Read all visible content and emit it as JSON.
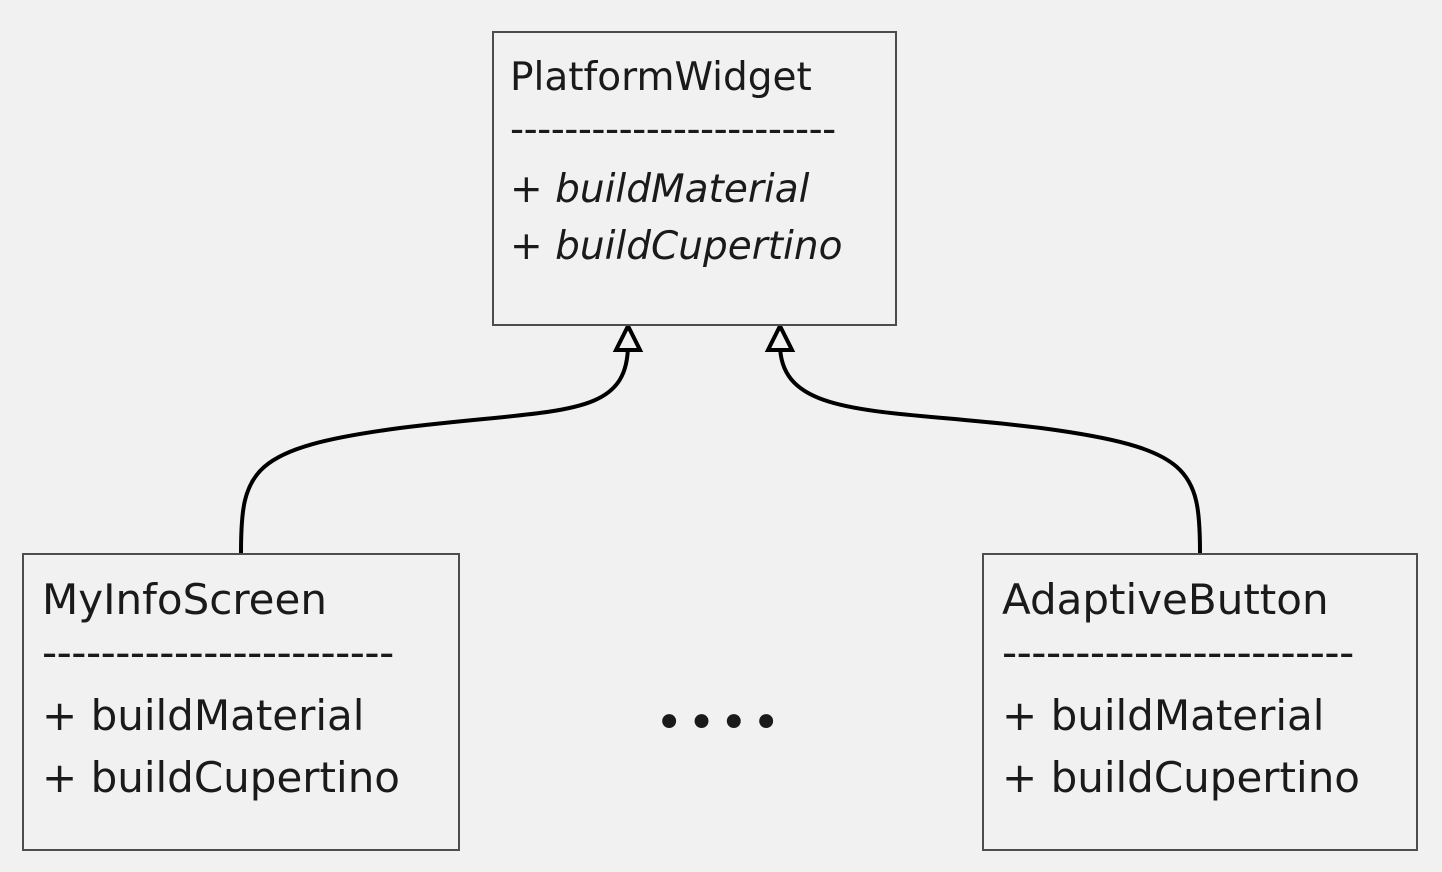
{
  "diagram": {
    "type": "uml-class-diagram",
    "background_color": "#f1f1f1",
    "border_color": "#4d4d4d",
    "text_color": "#1a1a1a",
    "edge_color": "#000000",
    "relationship": "generalization",
    "ellipsis": "••••"
  },
  "classes": {
    "base": {
      "name": "PlatformWidget",
      "separator": "------------------------",
      "members": [
        {
          "visibility": "+",
          "name": "buildMaterial",
          "abstract": true
        },
        {
          "visibility": "+",
          "name": "buildCupertino",
          "abstract": true
        }
      ]
    },
    "left": {
      "name": "MyInfoScreen",
      "separator": "------------------------",
      "members": [
        {
          "visibility": "+",
          "name": "buildMaterial",
          "abstract": false
        },
        {
          "visibility": "+",
          "name": "buildCupertino",
          "abstract": false
        }
      ]
    },
    "right": {
      "name": "AdaptiveButton",
      "separator": "------------------------",
      "members": [
        {
          "visibility": "+",
          "name": "buildMaterial",
          "abstract": false
        },
        {
          "visibility": "+",
          "name": "buildCupertino",
          "abstract": false
        }
      ]
    }
  }
}
